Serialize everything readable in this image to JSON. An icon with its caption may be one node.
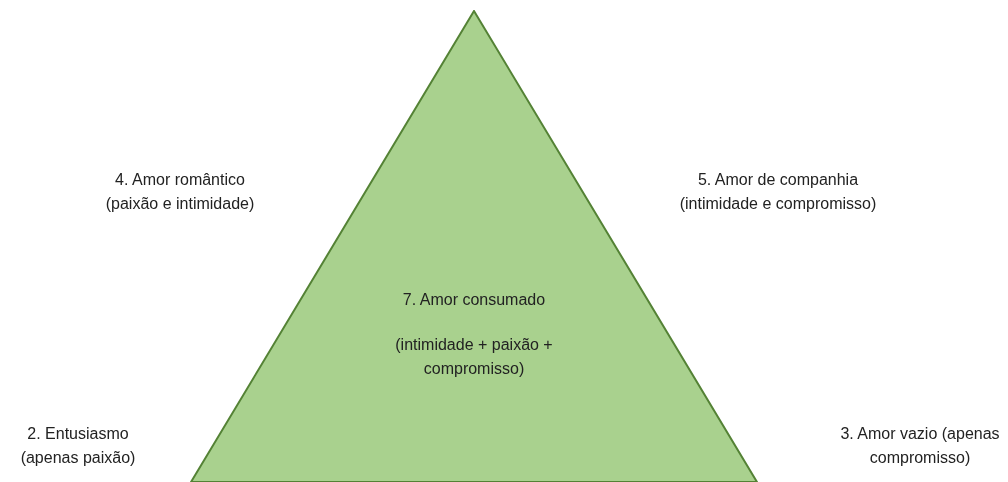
{
  "diagram": {
    "nodes": [
      {
        "text": [
          "7. Amor consumado",
          "(intimidade + paixão + compromisso)"
        ]
      }
    ],
    "labels": [
      "4. Amor romântico (paixão e intimidade)",
      "5. Amor de companhia (intimidade e compromisso)",
      "2. Entusiasmo (apenas paixão)",
      "3. Amor vazio (apenas compromisso)"
    ]
  }
}
